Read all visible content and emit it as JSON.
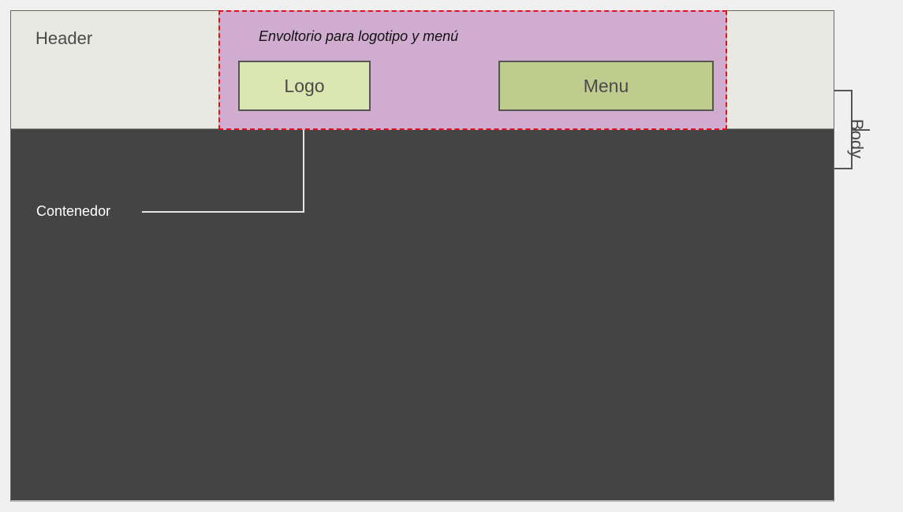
{
  "diagram": {
    "header_label": "Header",
    "wrapper_label": "Envoltorio para logotipo y menú",
    "logo_label": "Logo",
    "menu_label": "Menu",
    "container_label": "Contenedor",
    "body_label": "Body"
  },
  "colors": {
    "background": "#f0f0f0",
    "container": "#444444",
    "header": "#e8e9e1",
    "wrapper": "#d0acd0",
    "wrapper_border": "#e0101c",
    "logo": "#dce6b0",
    "menu": "#c0cc8e"
  }
}
